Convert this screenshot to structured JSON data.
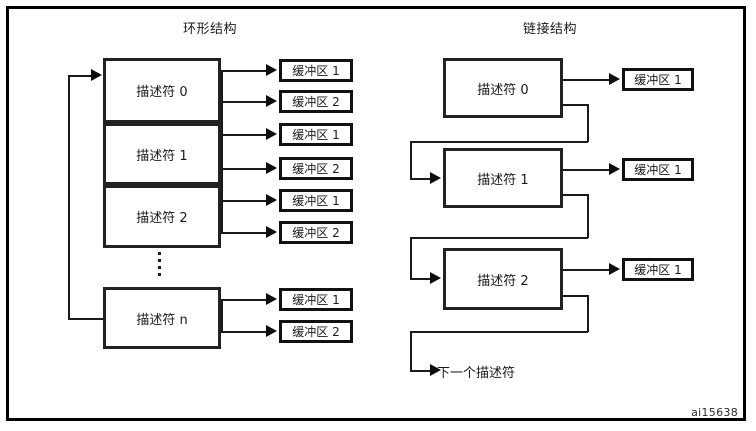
{
  "figure": {
    "watermark": "ai15638",
    "sections": [
      {
        "id": "ring",
        "title": "环形结构"
      },
      {
        "id": "linked",
        "title": "链接结构"
      }
    ]
  },
  "ring_structure": {
    "title": "环形结构",
    "descriptors": [
      {
        "label": "描述符 0"
      },
      {
        "label": "描述符 1"
      },
      {
        "label": "描述符 2"
      },
      {
        "label": "描述符 n"
      }
    ],
    "ellipsis_dots": 4,
    "buffers": [
      {
        "label": "缓冲区 1"
      },
      {
        "label": "缓冲区 2"
      },
      {
        "label": "缓冲区 1"
      },
      {
        "label": "缓冲区 2"
      },
      {
        "label": "缓冲区 1"
      },
      {
        "label": "缓冲区 2"
      },
      {
        "label": "缓冲区 1"
      },
      {
        "label": "缓冲区 2"
      }
    ]
  },
  "linked_structure": {
    "title": "链接结构",
    "descriptors": [
      {
        "label": "描述符 0"
      },
      {
        "label": "描述符 1"
      },
      {
        "label": "描述符 2"
      }
    ],
    "buffers": [
      {
        "label": "缓冲区 1"
      },
      {
        "label": "缓冲区 1"
      },
      {
        "label": "缓冲区 1"
      }
    ],
    "next_label": "下一个描述符"
  },
  "colors": {
    "stroke": "#1a1a1a",
    "box_border": "#222222",
    "buffer_border": "#111111",
    "background": "#ffffff",
    "text": "#1a1a1a"
  }
}
